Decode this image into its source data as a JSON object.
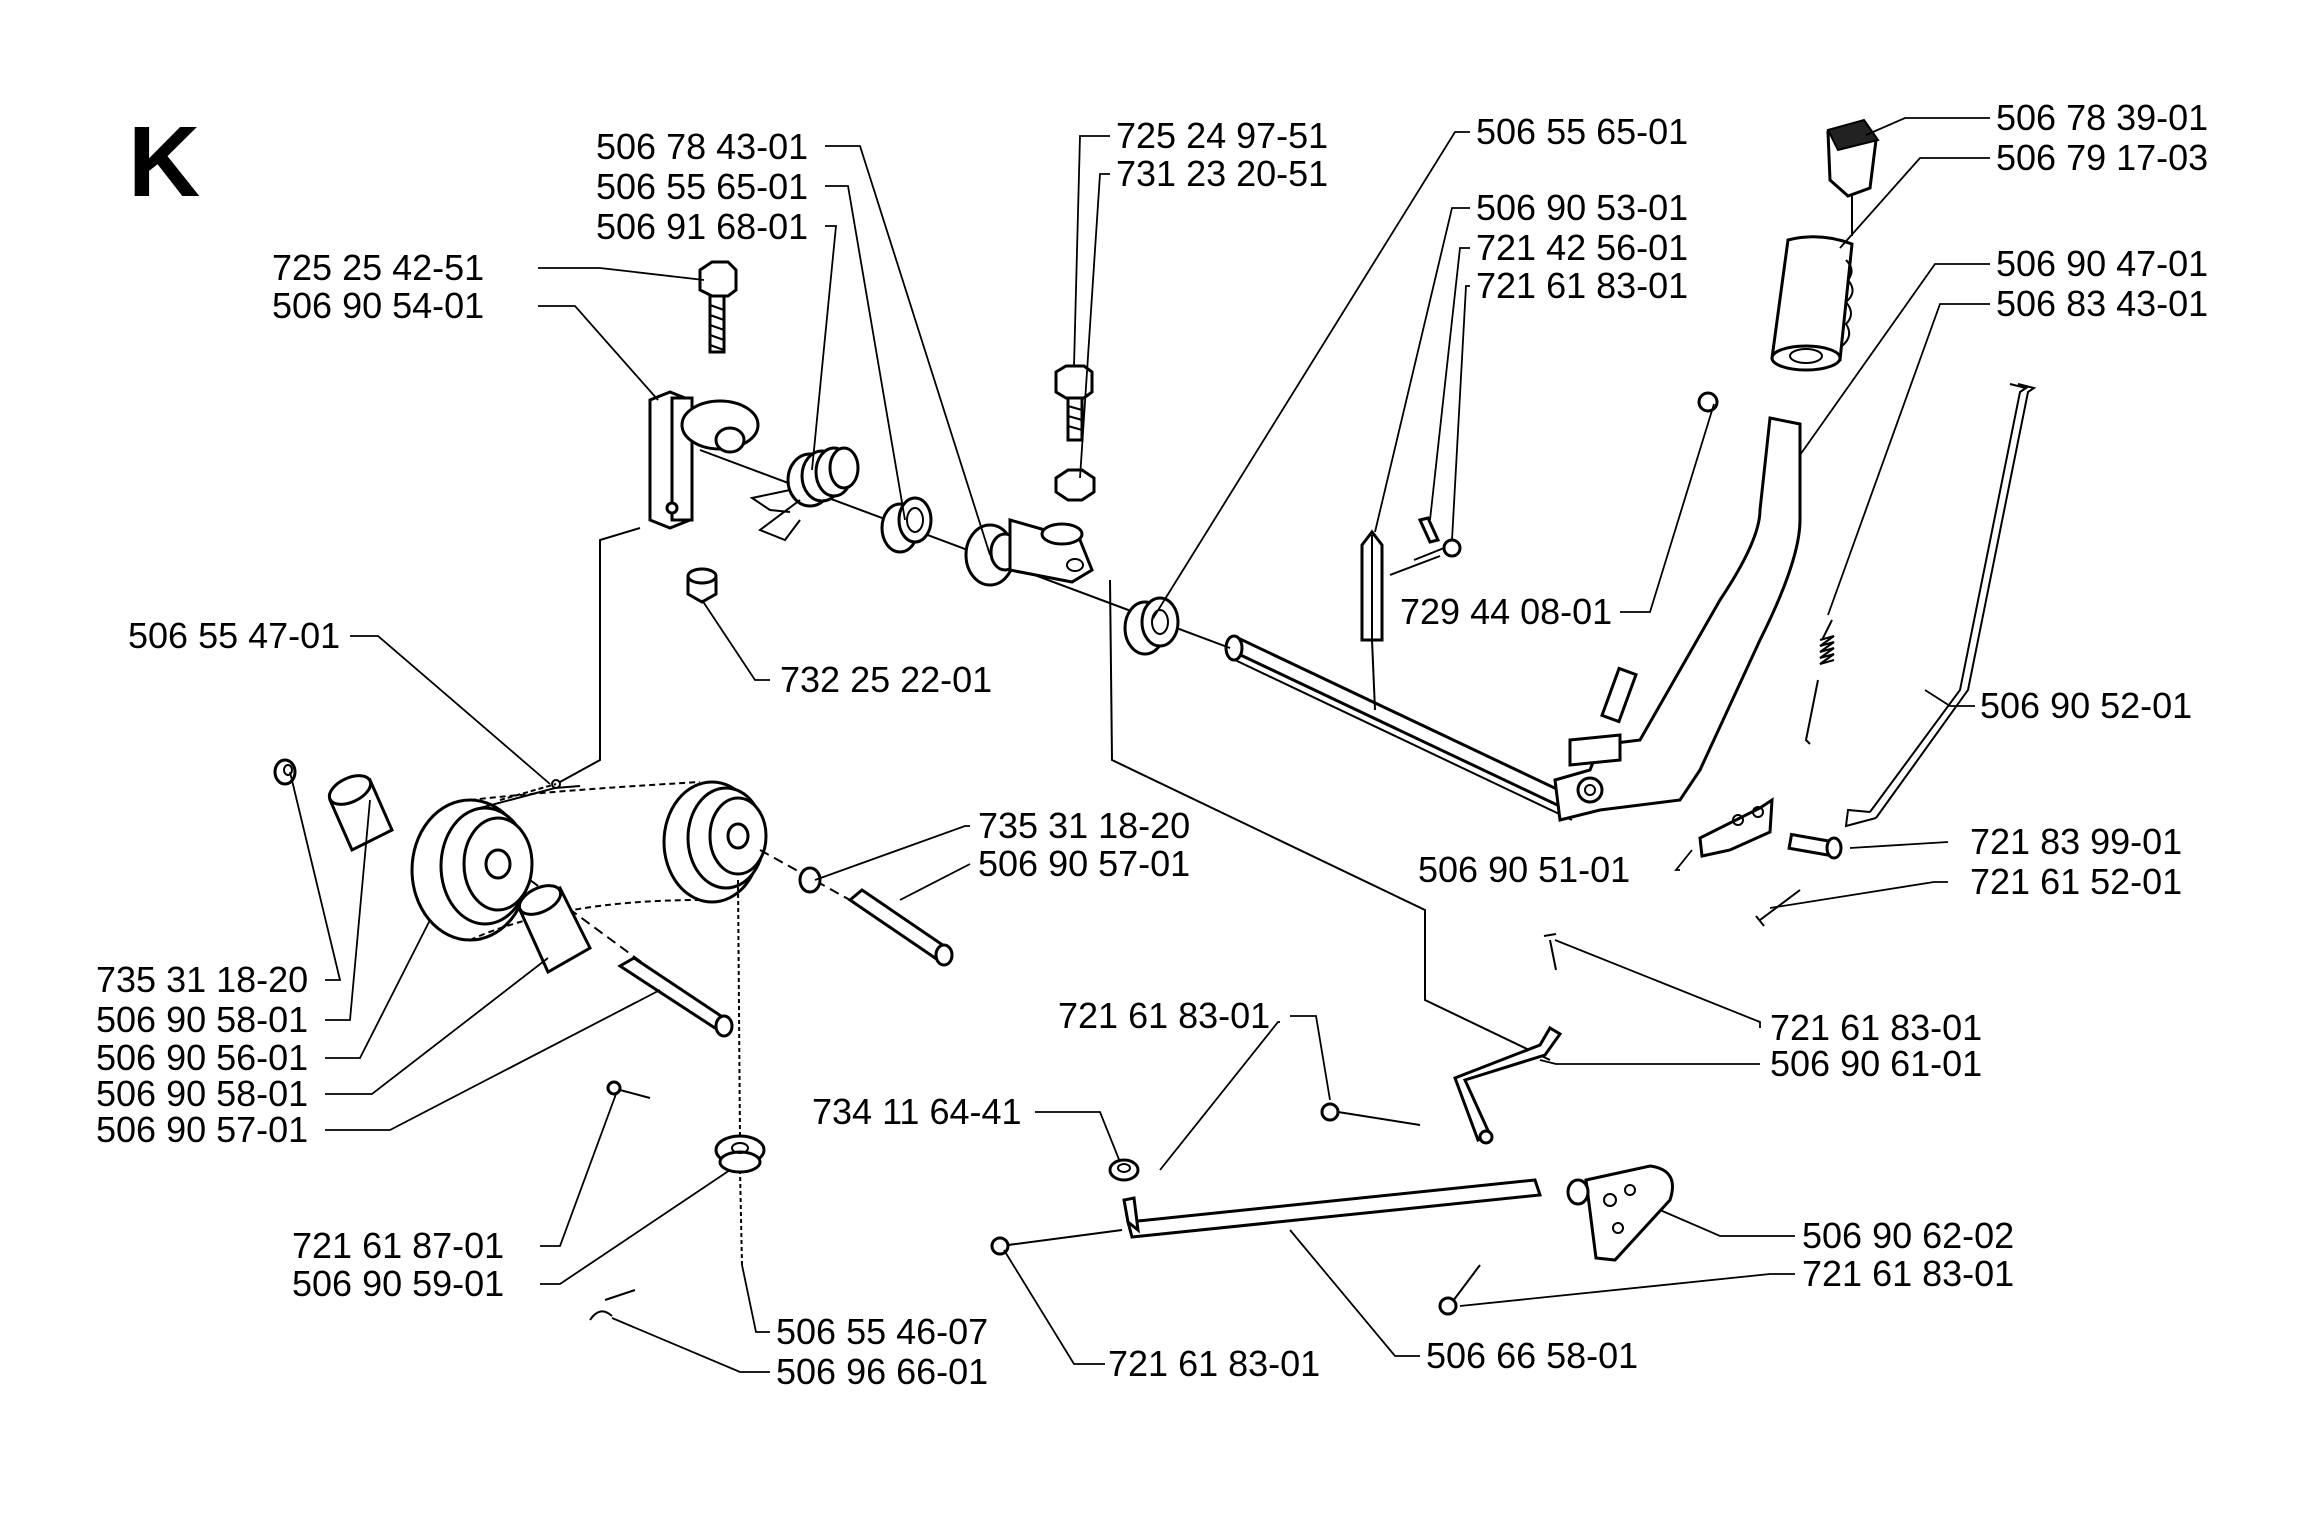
{
  "section_letter": "K",
  "labels": {
    "p01": "506 78 43-01",
    "p02": "506 55 65-01",
    "p03": "506 91 68-01",
    "p04": "725 25 42-51",
    "p05": "506 90 54-01",
    "p06": "725 24 97-51",
    "p07": "731 23 20-51",
    "p08": "506 55 65-01",
    "p09": "506 90 53-01",
    "p10": "721 42 56-01",
    "p11": "721 61 83-01",
    "p12": "506 78 39-01",
    "p13": "506 79 17-03",
    "p14": "506 90 47-01",
    "p15": "506 83 43-01",
    "p16": "729 44 08-01",
    "p17": "732 25 22-01",
    "p18": "506 55 47-01",
    "p19": "506 90 52-01",
    "p20": "721 83 99-01",
    "p21": "721 61 52-01",
    "p22": "506 90 51-01",
    "p23": "735 31 18-20",
    "p24": "506 90 57-01",
    "p25": "735 31 18-20",
    "p26": "506 90 58-01",
    "p27": "506 90 56-01",
    "p28": "506 90 58-01",
    "p29": "506 90 57-01",
    "p30": "721 61 83-01",
    "p31": "721 61 83-01",
    "p32": "506 90 61-01",
    "p33": "734 11 64-41",
    "p34": "506 90 62-02",
    "p35": "721 61 83-01",
    "p36": "721 61 87-01",
    "p37": "506 90 59-01",
    "p38": "506 55 46-07",
    "p39": "506 96 66-01",
    "p40": "721 61 83-01",
    "p41": "506 66 58-01"
  }
}
